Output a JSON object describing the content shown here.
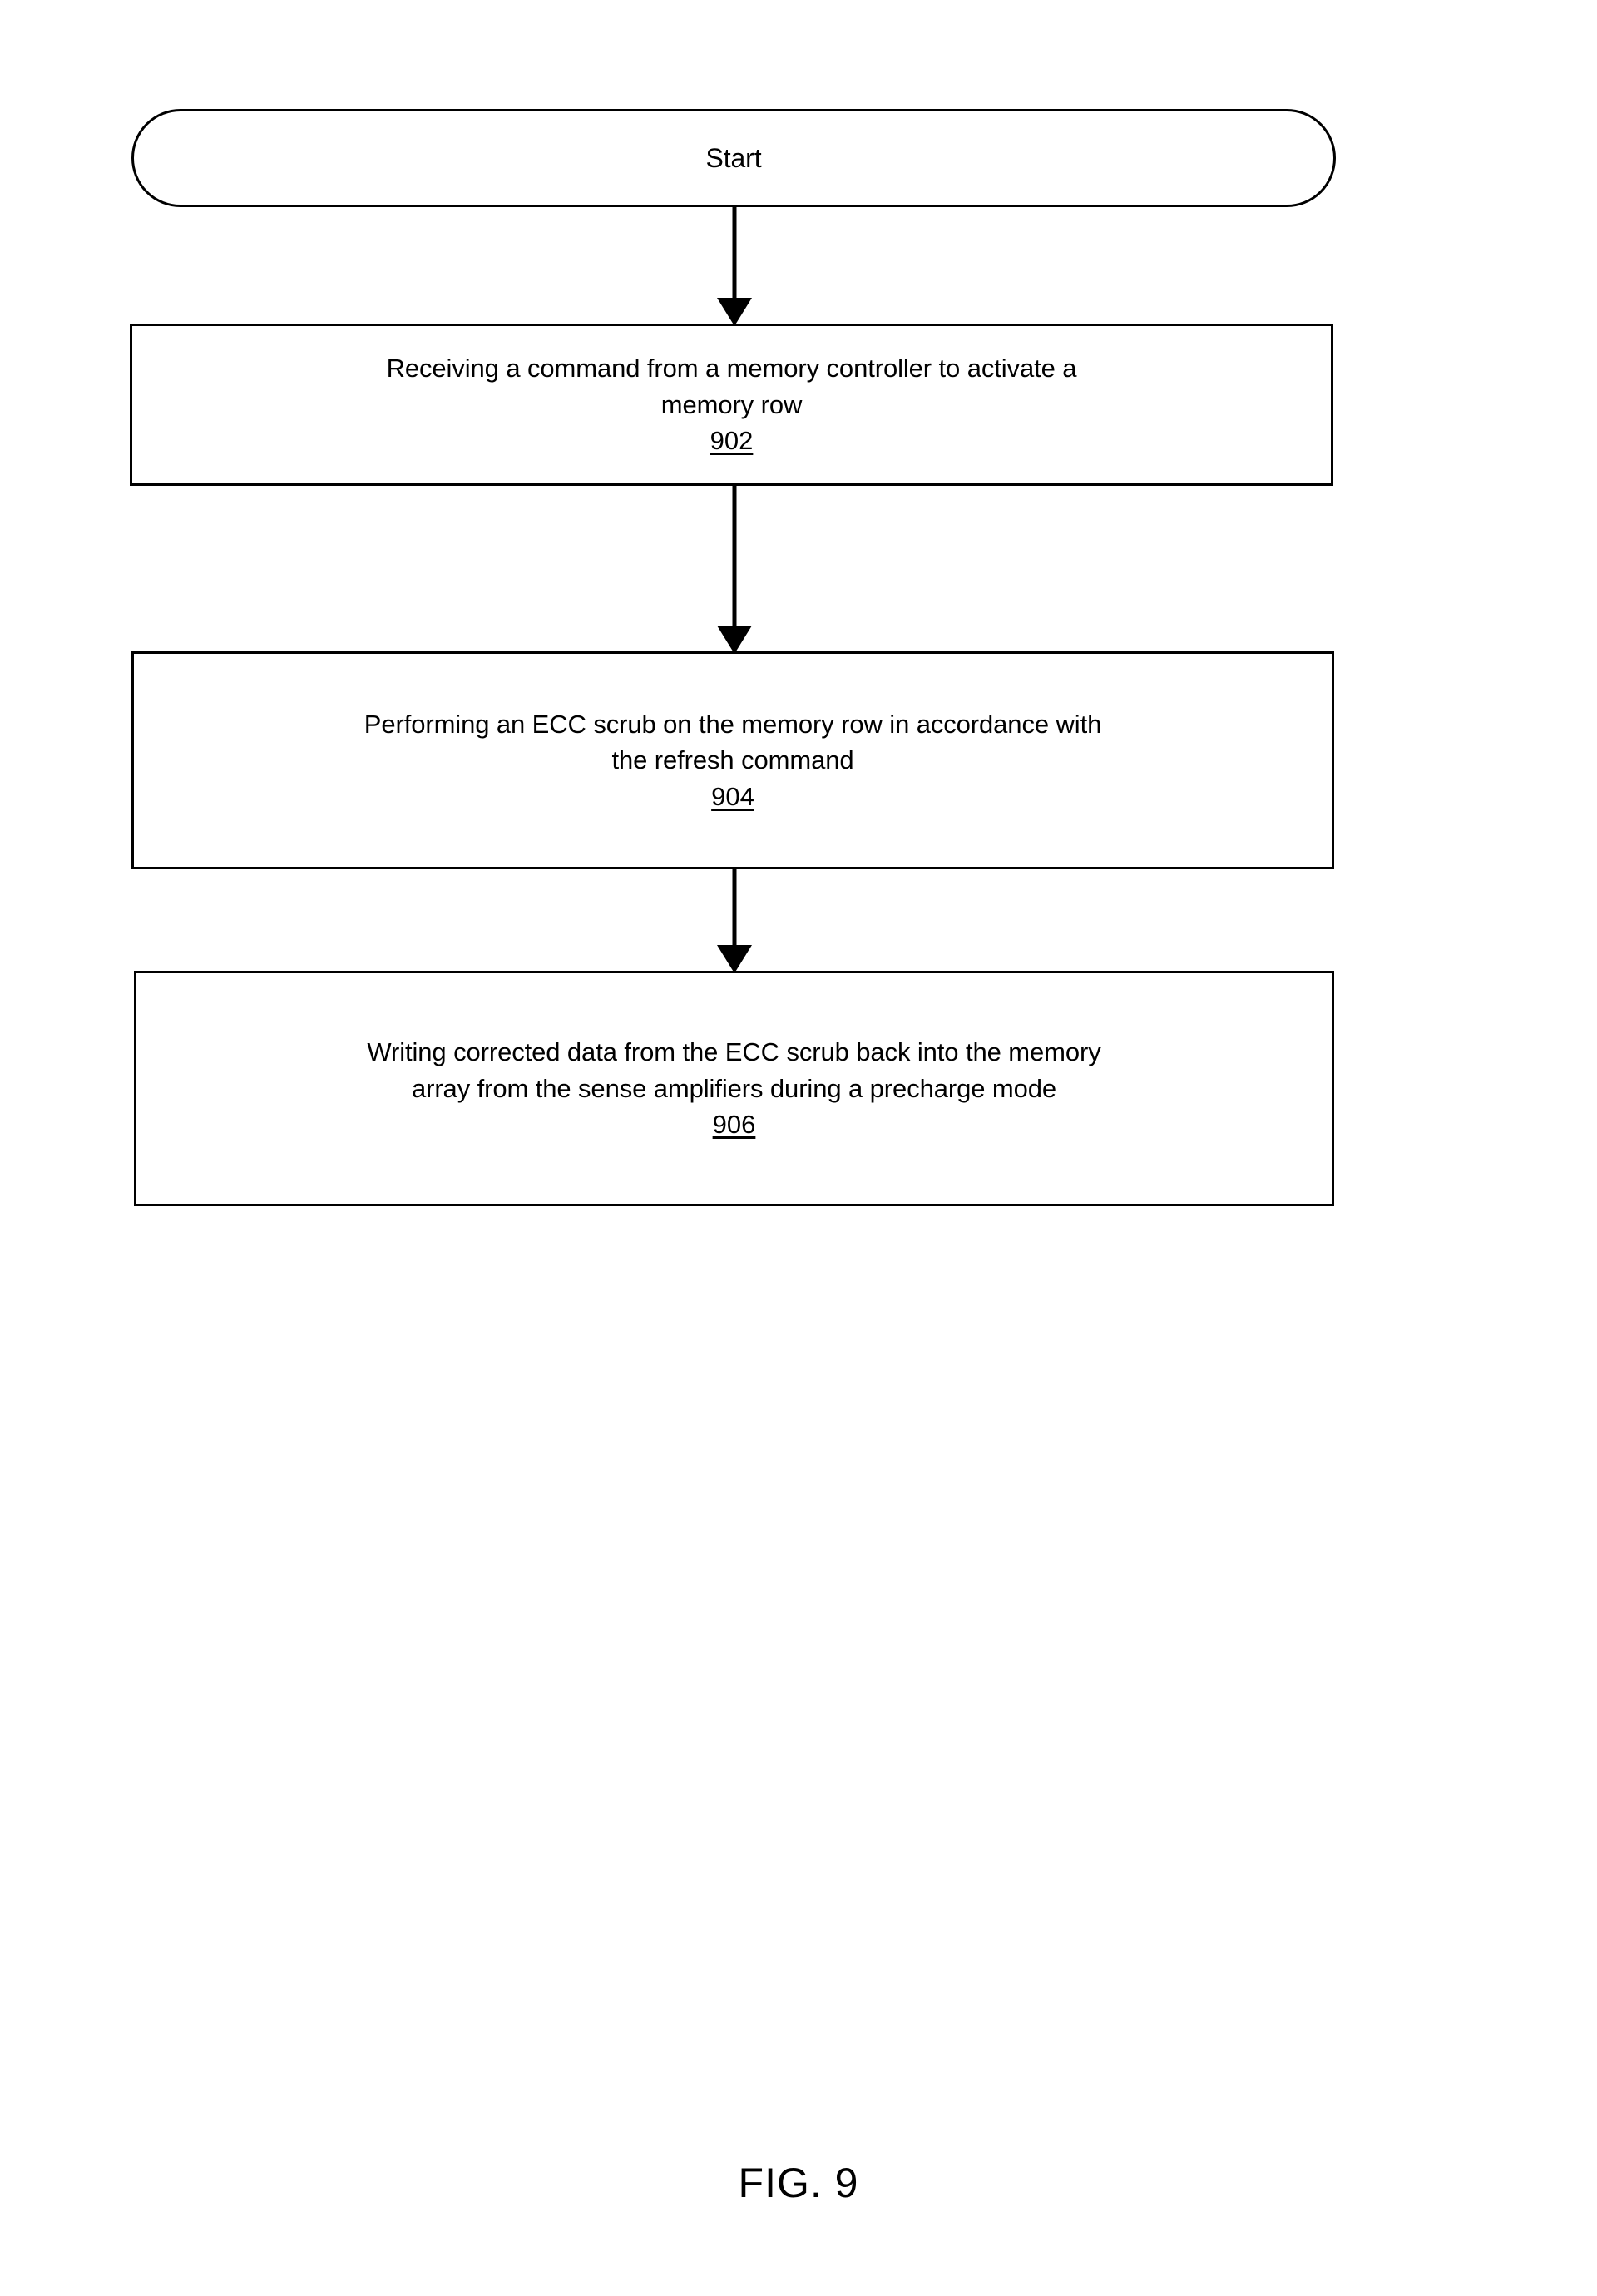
{
  "figure": {
    "caption": "FIG. 9",
    "type": "flowchart",
    "orientation": "vertical-top-to-bottom"
  },
  "flowchart": {
    "nodes": [
      {
        "id": "start",
        "shape": "terminator",
        "text": "Start",
        "ref": ""
      },
      {
        "id": "step-902",
        "shape": "process",
        "text": "Receiving a command from a memory controller to activate a\nmemory row",
        "ref": "902"
      },
      {
        "id": "step-904",
        "shape": "process",
        "text": "Performing an ECC scrub on the memory row in accordance with\nthe refresh command",
        "ref": "904"
      },
      {
        "id": "step-906",
        "shape": "process",
        "text": "Writing corrected data from the ECC scrub back into the memory\narray from the sense amplifiers during a precharge mode",
        "ref": "906"
      }
    ],
    "connectors": [
      {
        "id": "arrow-start-to-902",
        "from": "start",
        "to": "step-902",
        "style": "solid-arrow-down"
      },
      {
        "id": "arrow-902-to-904",
        "from": "step-902",
        "to": "step-904",
        "style": "solid-arrow-down"
      },
      {
        "id": "arrow-904-to-906",
        "from": "step-904",
        "to": "step-906",
        "style": "solid-arrow-down"
      }
    ]
  },
  "colors": {
    "stroke": "#000000",
    "fill": "#ffffff",
    "text": "#000000"
  }
}
